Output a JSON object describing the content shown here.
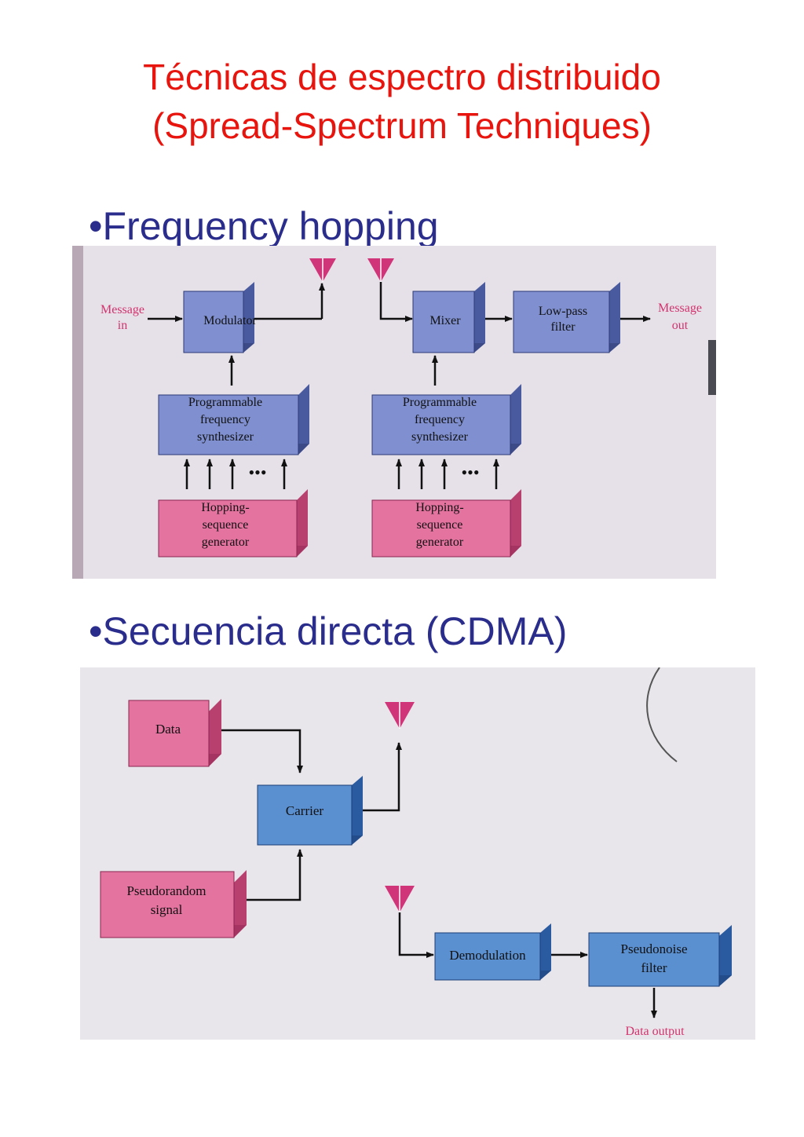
{
  "page": {
    "title_line1": "Técnicas de espectro distribuido",
    "title_line2": "(Spread-Spectrum Techniques)",
    "bullet1": "•Frequency hopping",
    "bullet2": "•Secuencia directa (CDMA)"
  },
  "colors": {
    "title": "#e8140e",
    "bullet": "#2b2d8c",
    "blue_block": "#7f8fcf",
    "pink_block": "#e4739f",
    "photo_bg": "#e8e4ea"
  },
  "fh_diagram": {
    "message_in_l1": "Message",
    "message_in_l2": "in",
    "modulator": "Modulator",
    "mixer": "Mixer",
    "lowpass_l1": "Low-pass",
    "lowpass_l2": "filter",
    "message_out_l1": "Message",
    "message_out_l2": "out",
    "synth_l1": "Programmable",
    "synth_l2": "frequency",
    "synth_l3": "synthesizer",
    "hop_l1": "Hopping-",
    "hop_l2": "sequence",
    "hop_l3": "generator",
    "dots": "•••"
  },
  "ds_diagram": {
    "data": "Data",
    "carrier": "Carrier",
    "pseudo_l1": "Pseudorandom",
    "pseudo_l2": "signal",
    "demod": "Demodulation",
    "pnfilter_l1": "Pseudonoise",
    "pnfilter_l2": "filter",
    "data_output": "Data output"
  },
  "icons": {
    "antenna": "antenna-icon"
  }
}
